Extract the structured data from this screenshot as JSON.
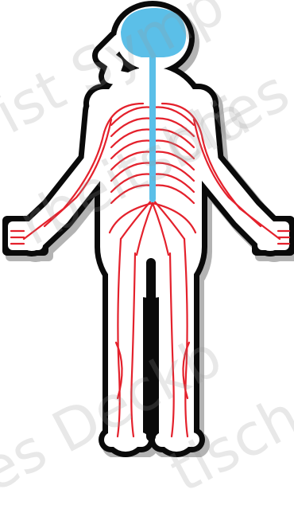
{
  "watermark": {
    "lines": [
      "ist Symp",
      "rbeitsblä",
      "ches Nerv",
      "es Deckb",
      "tisch"
    ]
  },
  "colors": {
    "outline": "#0a0a0a",
    "body_fill": "#ffffff",
    "brain": "#5bbfe8",
    "spinal_cord": "#5bbfe8",
    "nerves": "#e4212c",
    "shadow": "#b3b3b3"
  },
  "icons": {
    "figure": "human-nervous-system-icon"
  }
}
